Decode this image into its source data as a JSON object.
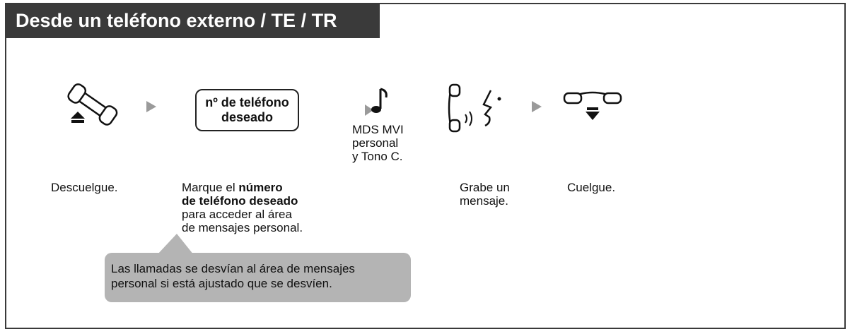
{
  "header": {
    "title": "Desde un teléfono externo / TE / TR"
  },
  "steps": {
    "dial_key": {
      "line1": "nº de teléfono",
      "line2": "deseado"
    },
    "tone_label": {
      "line1": "MDS MVI",
      "line2": "personal",
      "line3": "y Tono C."
    },
    "captions": {
      "off_hook": "Descuelgue.",
      "dial": {
        "pre": "Marque el ",
        "bold1": "número",
        "bold2": "de teléfono deseado",
        "line3": "para acceder al área",
        "line4": "de mensajes personal."
      },
      "record": {
        "line1": "Grabe un",
        "line2": "mensaje."
      },
      "on_hook": "Cuelgue."
    }
  },
  "note": {
    "line1": "Las llamadas se desvían al área de mensajes",
    "line2": "personal si está ajustado que se desvíen."
  },
  "icons": {
    "off_hook": "handset-off-hook-icon",
    "arrow": "right-triangle-arrow-icon",
    "tone": "musical-note-icon",
    "record": "speaking-to-handset-icon",
    "on_hook": "handset-on-hook-icon"
  },
  "colors": {
    "header_bg": "#3a3a3a",
    "header_text": "#ffffff",
    "arrow": "#9a9a9a",
    "note_bg": "#b4b4b4"
  }
}
